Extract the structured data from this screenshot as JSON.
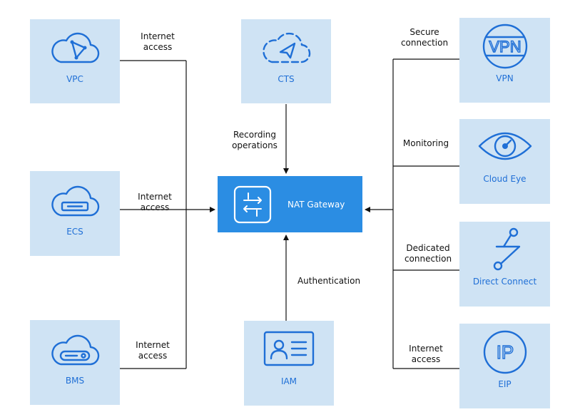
{
  "nodes": {
    "vpc": {
      "label": "VPC"
    },
    "cts": {
      "label": "CTS"
    },
    "vpn": {
      "label": "VPN",
      "icon_text": "VPN"
    },
    "ecs": {
      "label": "ECS"
    },
    "nat": {
      "label": "NAT Gateway"
    },
    "cloud_eye": {
      "label": "Cloud Eye"
    },
    "direct_connect": {
      "label": "Direct Connect"
    },
    "bms": {
      "label": "BMS"
    },
    "iam": {
      "label": "IAM"
    },
    "eip": {
      "label": "EIP",
      "icon_text": "IP"
    }
  },
  "edges": {
    "vpc_nat": "Internet\naccess",
    "ecs_nat": "Internet\naccess",
    "bms_nat": "Internet\naccess",
    "cts_nat": "Recording\noperations",
    "iam_nat": "Authentication",
    "vpn_nat": "Secure\nconnection",
    "cloud_eye_nat": "Monitoring",
    "direct_connect_nat": "Dedicated\nconnection",
    "eip_nat": "Internet\naccess"
  },
  "colors": {
    "node_fill": "#cfe3f4",
    "icon_stroke": "#1f6fd6",
    "hub_fill": "#2b8de3",
    "connector": "#111111"
  }
}
